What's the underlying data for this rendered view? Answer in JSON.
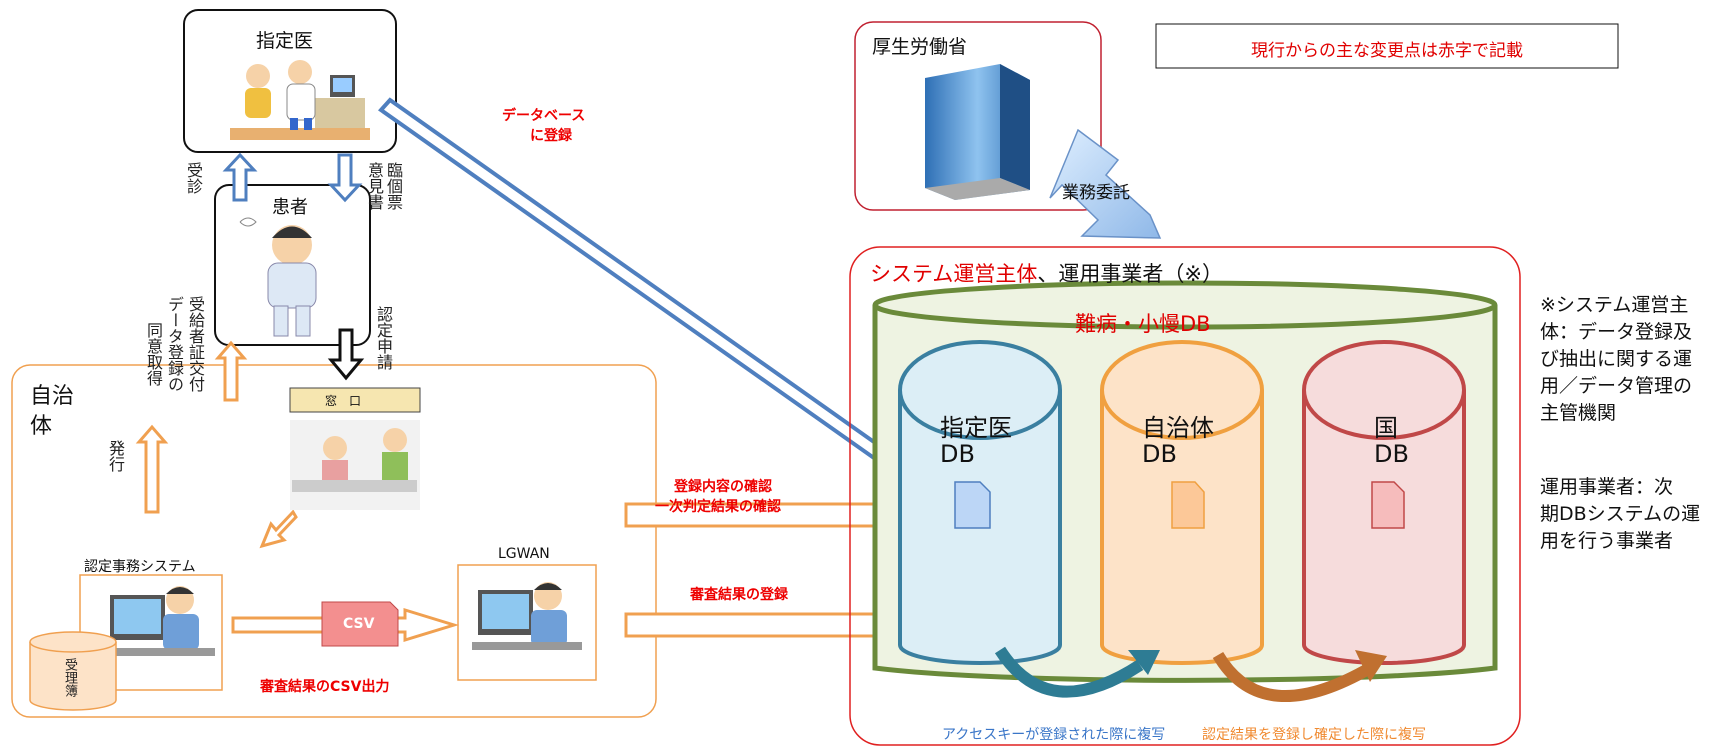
{
  "doctor": {
    "title": "指定医"
  },
  "patient": {
    "title": "患者"
  },
  "municipality": {
    "title_line1": "自治",
    "title_line2": "体"
  },
  "mhlw": {
    "title": "厚生労働省"
  },
  "notice": {
    "text": "現行からの主な変更点は赤字で記載"
  },
  "labels": {
    "consult": "受診",
    "opinion_col1": "臨個票",
    "opinion_col2": "意見書",
    "certification_request": "認定申請",
    "consent_col1": "受給者証交付",
    "consent_col2": "データ登録の",
    "consent_col3": "同意取得",
    "issue": "発行",
    "db_register_line1": "データベース",
    "db_register_line2": "に登録",
    "business_entrust": "業務委託",
    "confirm_line1": "登録内容の確認",
    "confirm_line2": "一次判定結果の確認",
    "register_result": "審査結果の登録",
    "csv_output": "審査結果のCSV出力",
    "csv": "CSV",
    "window_sign": "窓　口"
  },
  "systems": {
    "cert_system": "認定事務システム",
    "lgwan": "LGWAN",
    "ledger": "受理簿"
  },
  "operator": {
    "title_red": "システム運営主体",
    "title_black": "、運用事業者（※）"
  },
  "db": {
    "main": "難病・小慢DB",
    "doctor_db_line1": "指定医",
    "doctor_db_line2": "DB",
    "muni_db_line1": "自治体",
    "muni_db_line2": "DB",
    "nation_db_line1": "国",
    "nation_db_line2": "DB"
  },
  "legend": {
    "blue": "アクセスキーが登録された際に複写",
    "orange": "認定結果を登録し確定した際に複写"
  },
  "notes": {
    "note1_lines": [
      "※システム運営主",
      "体：データ登録及",
      "び抽出に関する運",
      "用／データ管理の",
      "主管機関"
    ],
    "note2_lines": [
      "運用事業者：次",
      "期DBシステムの運",
      "用を行う事業者"
    ]
  },
  "colors": {
    "red": "#e00000",
    "orange": "#f0a050",
    "blue_arrow": "#4f7fbf",
    "green_db": "#6a8a3a",
    "doctor_db": "#3a7fa0",
    "muni_db": "#f0a040",
    "nation_db": "#c04848"
  }
}
